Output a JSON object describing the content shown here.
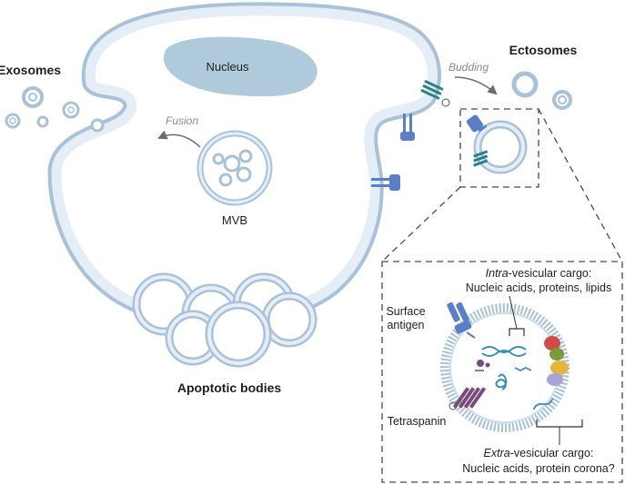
{
  "labels": {
    "exosomes": "Exosomes",
    "ectosomes": "Ectosomes",
    "nucleus": "Nucleus",
    "fusion": "Fusion",
    "budding": "Budding",
    "mvb": "MVB",
    "apoptotic_bodies": "Apoptotic bodies",
    "intra_cargo_prefix": "Intra",
    "intra_cargo_suffix": "-vesicular cargo:",
    "intra_cargo_items": "Nucleic acids, proteins, lipids",
    "surface_line1": "Surface",
    "surface_line2": "antigen",
    "tetraspanin": "Tetraspanin",
    "extra_cargo_prefix": "Extra",
    "extra_cargo_suffix": "-vesicular cargo:",
    "extra_cargo_items": "Nucleic acids, protein corona?"
  },
  "colors": {
    "membrane_outer": "#a9c2d8",
    "membrane_inner": "#e5eef7",
    "nucleus": "#aecadb",
    "antigen": "#5b7fc6",
    "tetraspanin_teal": "#2d7f8a",
    "tetraspanin_purple": "#7a4a7a",
    "dna": "#3a8fb8",
    "protein_red": "#d14b4b",
    "protein_green": "#7a9a3c",
    "protein_yellow": "#e7b43a",
    "protein_lavender": "#a8a3d6"
  }
}
